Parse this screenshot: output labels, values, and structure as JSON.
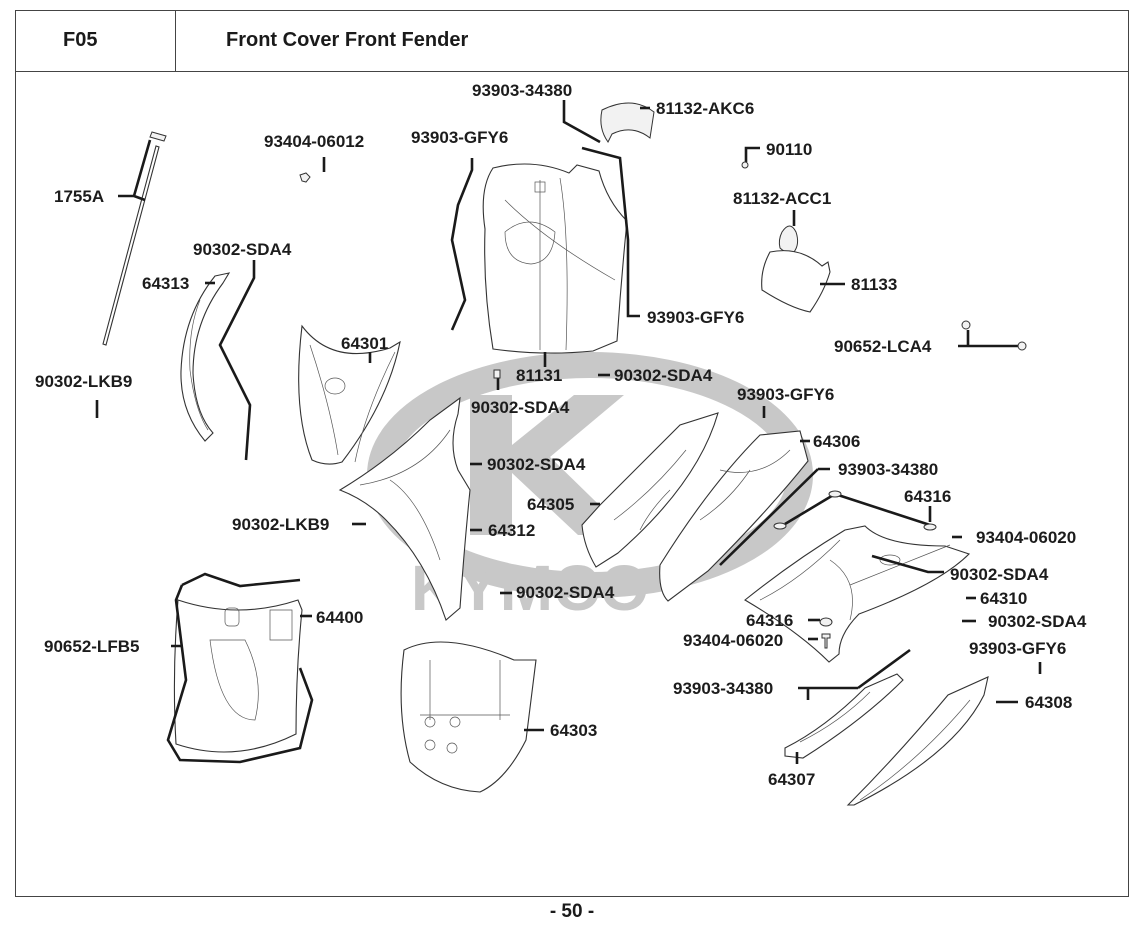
{
  "header": {
    "section_code": "F05",
    "title": "Front Cover  Front Fender"
  },
  "watermark": {
    "brand": "KYMCO",
    "color": "#c8c8c8"
  },
  "callouts": [
    {
      "id": "c1",
      "part_no": "93903-34380"
    },
    {
      "id": "c2",
      "part_no": "81132-AKC6"
    },
    {
      "id": "c3",
      "part_no": "93404-06012"
    },
    {
      "id": "c4",
      "part_no": "93903-GFY6"
    },
    {
      "id": "c5",
      "part_no": "90110"
    },
    {
      "id": "c6",
      "part_no": "1755A"
    },
    {
      "id": "c7",
      "part_no": "81132-ACC1"
    },
    {
      "id": "c8",
      "part_no": "90302-SDA4"
    },
    {
      "id": "c9",
      "part_no": "64313"
    },
    {
      "id": "c10",
      "part_no": "81133"
    },
    {
      "id": "c11",
      "part_no": "93903-GFY6"
    },
    {
      "id": "c12",
      "part_no": "64301"
    },
    {
      "id": "c13",
      "part_no": "90652-LCA4"
    },
    {
      "id": "c14",
      "part_no": "81131"
    },
    {
      "id": "c15",
      "part_no": "90302-SDA4"
    },
    {
      "id": "c16",
      "part_no": "90302-LKB9"
    },
    {
      "id": "c17",
      "part_no": "93903-GFY6"
    },
    {
      "id": "c18",
      "part_no": "90302-SDA4"
    },
    {
      "id": "c19",
      "part_no": "64306"
    },
    {
      "id": "c20",
      "part_no": "90302-SDA4"
    },
    {
      "id": "c21",
      "part_no": "93903-34380"
    },
    {
      "id": "c22",
      "part_no": "64316"
    },
    {
      "id": "c23",
      "part_no": "64305"
    },
    {
      "id": "c24",
      "part_no": "93404-06020"
    },
    {
      "id": "c25",
      "part_no": "90302-LKB9"
    },
    {
      "id": "c26",
      "part_no": "64312"
    },
    {
      "id": "c27",
      "part_no": "90302-SDA4"
    },
    {
      "id": "c28",
      "part_no": "90302-SDA4"
    },
    {
      "id": "c29",
      "part_no": "64310"
    },
    {
      "id": "c30",
      "part_no": "64400"
    },
    {
      "id": "c31",
      "part_no": "64316"
    },
    {
      "id": "c32",
      "part_no": "90302-SDA4"
    },
    {
      "id": "c33",
      "part_no": "90652-LFB5"
    },
    {
      "id": "c34",
      "part_no": "93404-06020"
    },
    {
      "id": "c35",
      "part_no": "93903-GFY6"
    },
    {
      "id": "c36",
      "part_no": "93903-34380"
    },
    {
      "id": "c37",
      "part_no": "64308"
    },
    {
      "id": "c38",
      "part_no": "64303"
    },
    {
      "id": "c39",
      "part_no": "64307"
    }
  ],
  "footer": {
    "page_number": "- 50 -"
  }
}
